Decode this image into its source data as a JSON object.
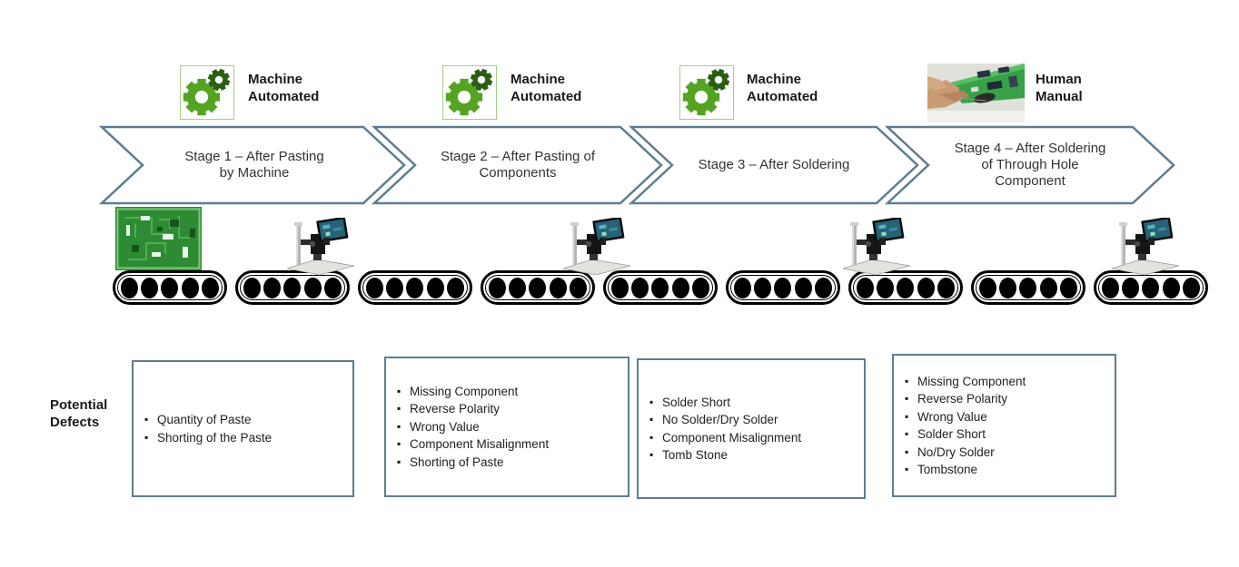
{
  "stages": [
    {
      "icon": "machine-gears",
      "icon_label_line1": "Machine",
      "icon_label_line2": "Automated",
      "arrow_label": "Stage 1 – After Pasting by Machine",
      "arrow_label_lines": [
        "Stage 1 – After Pasting",
        "by Machine"
      ],
      "defects": [
        "Quantity of Paste",
        "Shorting of the Paste"
      ]
    },
    {
      "icon": "machine-gears",
      "icon_label_line1": "Machine",
      "icon_label_line2": "Automated",
      "arrow_label": "Stage 2 – After Pasting of Components",
      "arrow_label_lines": [
        "Stage 2 – After Pasting of",
        "Components"
      ],
      "defects": [
        "Missing Component",
        "Reverse Polarity",
        "Wrong Value",
        "Component Misalignment",
        "Shorting of Paste"
      ]
    },
    {
      "icon": "machine-gears",
      "icon_label_line1": "Machine",
      "icon_label_line2": "Automated",
      "arrow_label": "Stage 3 – After Soldering",
      "arrow_label_lines": [
        "Stage 3 – After Soldering"
      ],
      "defects": [
        "Solder Short",
        "No Solder/Dry Solder",
        "Component Misalignment",
        "Tomb Stone"
      ]
    },
    {
      "icon": "human-photo",
      "icon_label_line1": "Human",
      "icon_label_line2": "Manual",
      "arrow_label": "Stage 4 – After Soldering of Through Hole Component",
      "arrow_label_lines": [
        "Stage 4 – After Soldering",
        "of Through Hole",
        "Component"
      ],
      "defects": [
        "Missing Component",
        "Reverse Polarity",
        "Wrong Value",
        "Solder Short",
        "No/Dry Solder",
        "Tombstone"
      ]
    }
  ],
  "defects_heading": "Potential Defects",
  "conveyor": {
    "segment_count": 9,
    "dots_per_segment": 5,
    "station_count": 4
  },
  "colors": {
    "arrow_border": "#5e7d8f",
    "box_border": "#5e7d8f",
    "gear_green": "#55a322",
    "gear_dark_green": "#2b5e13",
    "icon_box_border": "#a5ce87",
    "pcb_green": "#2e8b33",
    "belt_black": "#000000",
    "monitor_screen": "#256377"
  }
}
